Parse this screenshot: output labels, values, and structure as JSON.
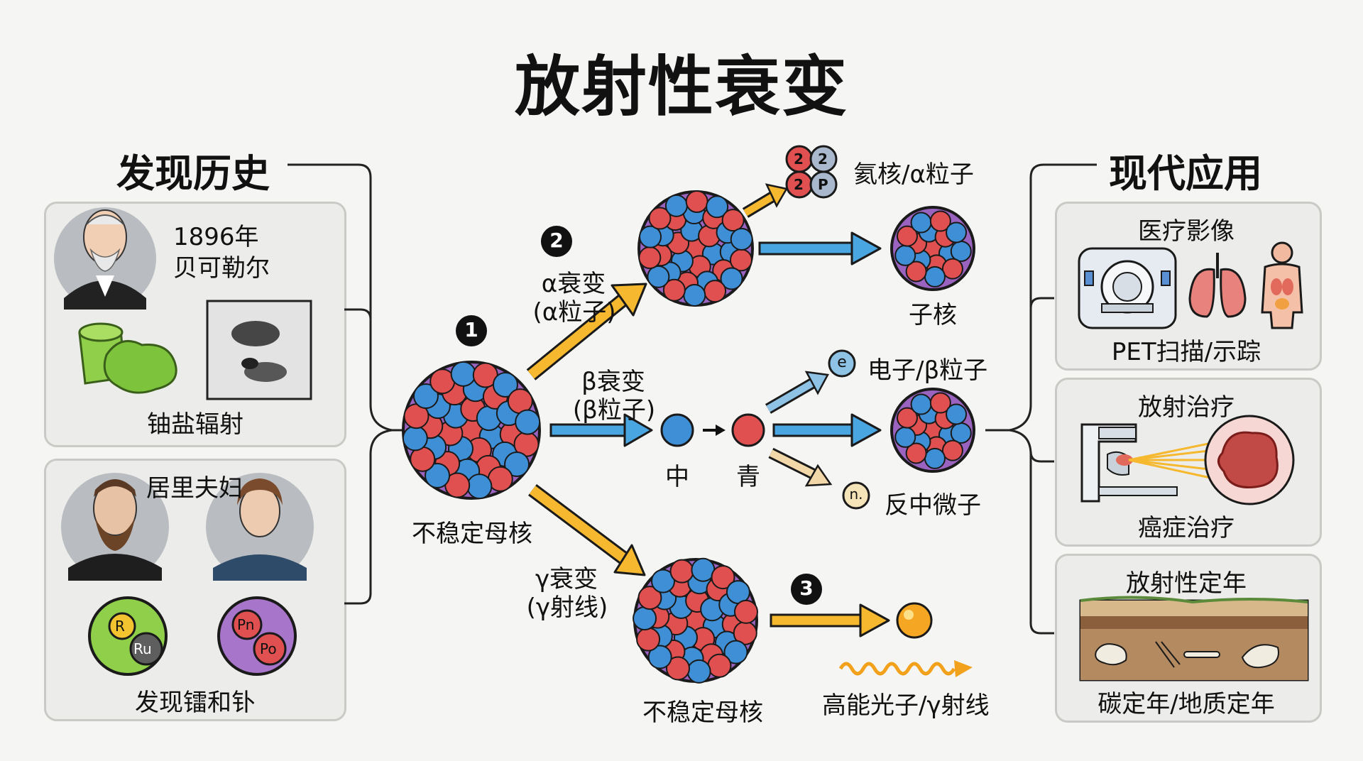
{
  "title": "放射性衰变",
  "history": {
    "heading": "发现历史",
    "becquerel": {
      "year": "1896年",
      "name": "贝可勒尔",
      "caption": "铀盐辐射"
    },
    "curies": {
      "name": "居里夫妇",
      "caption": "发现镭和钋",
      "element1_symbols": [
        "R",
        "Ru"
      ],
      "element2_symbols": [
        "Pn",
        "Po"
      ]
    }
  },
  "decay": {
    "step1_marker": "1",
    "step2_marker": "2",
    "step3_marker": "3",
    "parent_label": "不稳定母核",
    "parent_label_2": "不稳定母核",
    "alpha": {
      "title": "α衰变",
      "subtitle": "(α粒子)",
      "product_particle": "氦核/α粒子",
      "helium_cells": [
        "2",
        "2",
        "2",
        "P"
      ],
      "daughter": "子核"
    },
    "beta": {
      "title": "β衰变",
      "subtitle": "(β粒子)",
      "neutron": "中",
      "proton": "青",
      "electron_symbol": "e",
      "electron_label": "电子/β粒子",
      "antineutrino_symbol": "n.",
      "antineutrino_label": "反中微子"
    },
    "gamma": {
      "title": "γ衰变",
      "subtitle": "(γ射线)",
      "photon_label": "高能光子/γ射线"
    }
  },
  "applications": {
    "heading": "现代应用",
    "imaging": {
      "title": "医疗影像",
      "caption": "PET扫描/示踪"
    },
    "therapy": {
      "title": "放射治疗",
      "caption": "癌症治疗"
    },
    "dating": {
      "title": "放射性定年",
      "caption": "碳定年/地质定年"
    }
  },
  "colors": {
    "proton": "#e05050",
    "neutron": "#3f8fd6",
    "nucleus_shell": "#9a63c0",
    "arrow_yellow": "#f5b82e",
    "arrow_blue": "#4aa6e0",
    "arrow_tan": "#f2d7a8",
    "photon": "#f2a11c"
  }
}
